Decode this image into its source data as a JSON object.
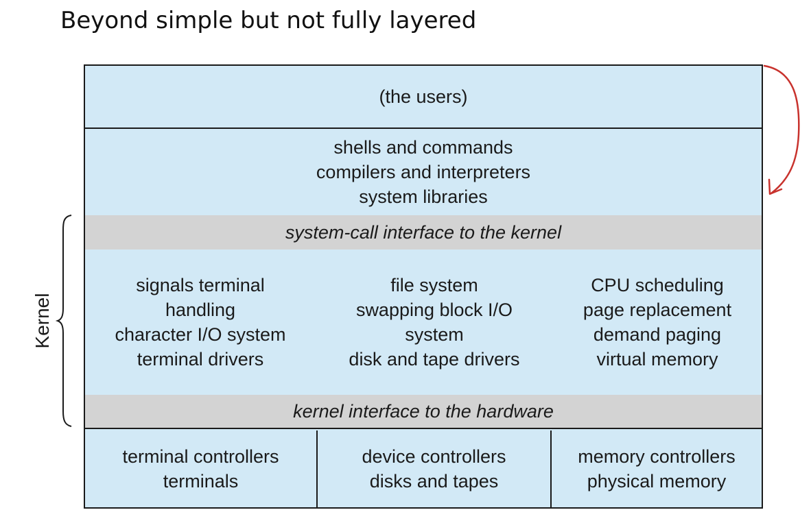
{
  "title": "Beyond simple but not fully layered",
  "kernel_label": "Kernel",
  "layers": {
    "users": "(the users)",
    "shells": [
      "shells and commands",
      "compilers and interpreters",
      "system libraries"
    ],
    "syscall_interface": "system-call interface to the kernel",
    "kernel_columns": [
      [
        "signals terminal",
        "handling",
        "character I/O system",
        "terminal drivers"
      ],
      [
        "file system",
        "swapping block I/O",
        "system",
        "disk and tape drivers"
      ],
      [
        "CPU scheduling",
        "page replacement",
        "demand paging",
        "virtual memory"
      ]
    ],
    "hardware_interface": "kernel interface to the hardware",
    "hardware": [
      [
        "terminal controllers",
        "terminals"
      ],
      [
        "device controllers",
        "disks and tapes"
      ],
      [
        "memory controllers",
        "physical memory"
      ]
    ]
  },
  "colors": {
    "layer_fill": "#d2e9f6",
    "interface_fill": "#d3d3d3",
    "border": "#1a1a1a",
    "annotation_arrow": "#c8322d"
  }
}
